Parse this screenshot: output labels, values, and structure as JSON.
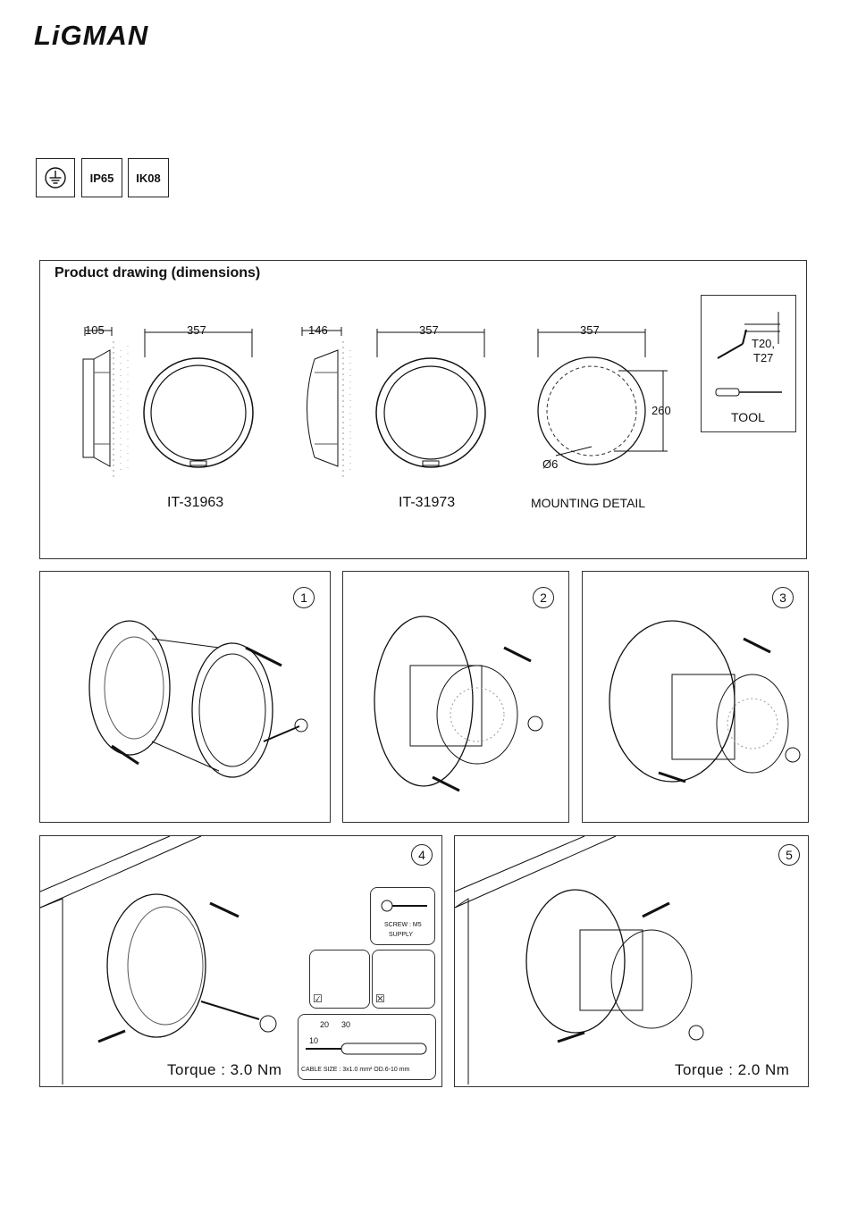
{
  "brand": {
    "logo_text": "LiGMAN"
  },
  "badges": [
    {
      "icon": "earth-ground-icon"
    },
    {
      "label": "IP65"
    },
    {
      "label": "IK08"
    }
  ],
  "drawing": {
    "title": "Product drawing (dimensions)",
    "models": [
      {
        "code": "IT-31963",
        "depth": "105",
        "diameter": "357"
      },
      {
        "code": "IT-31973",
        "depth": "146",
        "diameter": "357"
      }
    ],
    "mounting": {
      "label": "MOUNTING DETAIL",
      "diameter": "357",
      "height": "260",
      "hole": "Ø6"
    },
    "tool": {
      "sizes_line1": "T20,",
      "sizes_line2": "T27",
      "label": "TOOL"
    }
  },
  "steps": [
    {
      "number": "1"
    },
    {
      "number": "2"
    },
    {
      "number": "3"
    },
    {
      "number": "4",
      "torque": "Torque : 3.0 Nm",
      "screw_line1": "SCREW : M5",
      "screw_line2": "SUPPLY",
      "strip_a": "20",
      "strip_b": "30",
      "strip_c": "10",
      "cable": "CABLE SIZE : 3x1.0 mm² OD.6-10 mm"
    },
    {
      "number": "5",
      "torque": "Torque : 2.0 Nm"
    }
  ]
}
